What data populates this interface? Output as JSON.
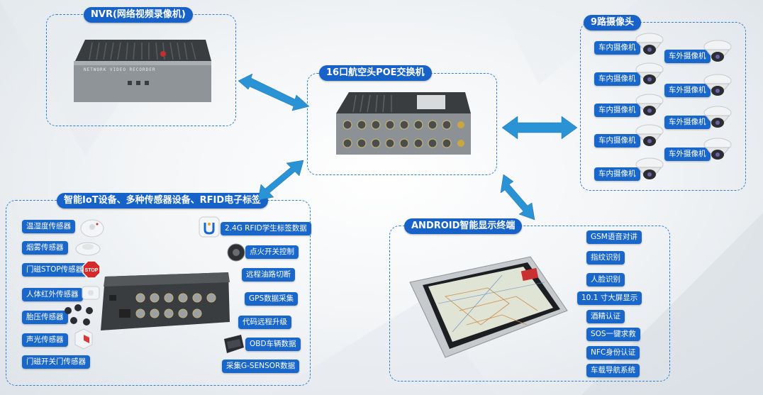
{
  "groups": {
    "nvr": {
      "title": "NVR(网络视频录像机)",
      "device_text": "NETWORK VIDEO RECORDER"
    },
    "poe": {
      "title": "16口航空头POE交换机"
    },
    "cameras": {
      "title": "9路摄像头",
      "inner_labels": [
        "车内摄像机",
        "车内摄像机",
        "车内摄像机",
        "车内摄像机",
        "车内摄像机"
      ],
      "outer_labels": [
        "车外摄像机",
        "车外摄像机",
        "车外摄像机",
        "车外摄像机"
      ]
    },
    "iot": {
      "title": "智能IoT设备、多种传感器设备、RFID电子标签",
      "sensors": [
        "温湿度传感器",
        "烟雾传感器",
        "门磁STOP传感器",
        "人体红外传感器",
        "胎压传感器",
        "声光传感器",
        "门磁开关门传感器"
      ],
      "features": [
        "2.4G RFID学生标签数据",
        "点火开关控制",
        "远程油路切断",
        "GPS数据采集",
        "代码远程升级",
        "OBD车辆数据",
        "采集G-SENSOR数据"
      ],
      "stop_sign": "STOP"
    },
    "android": {
      "title": "ANDROID智能显示终端",
      "features": [
        "GSM语音对讲",
        "指纹识别",
        "人脸识别",
        "10.1 寸大屏显示",
        "酒精认证",
        "SOS一键求救",
        "NFC身份认证",
        "车载导航系统"
      ]
    }
  },
  "colors": {
    "accent": "#1a67cc",
    "arrow": "#2a93d5",
    "border": "#2f7fd0"
  }
}
